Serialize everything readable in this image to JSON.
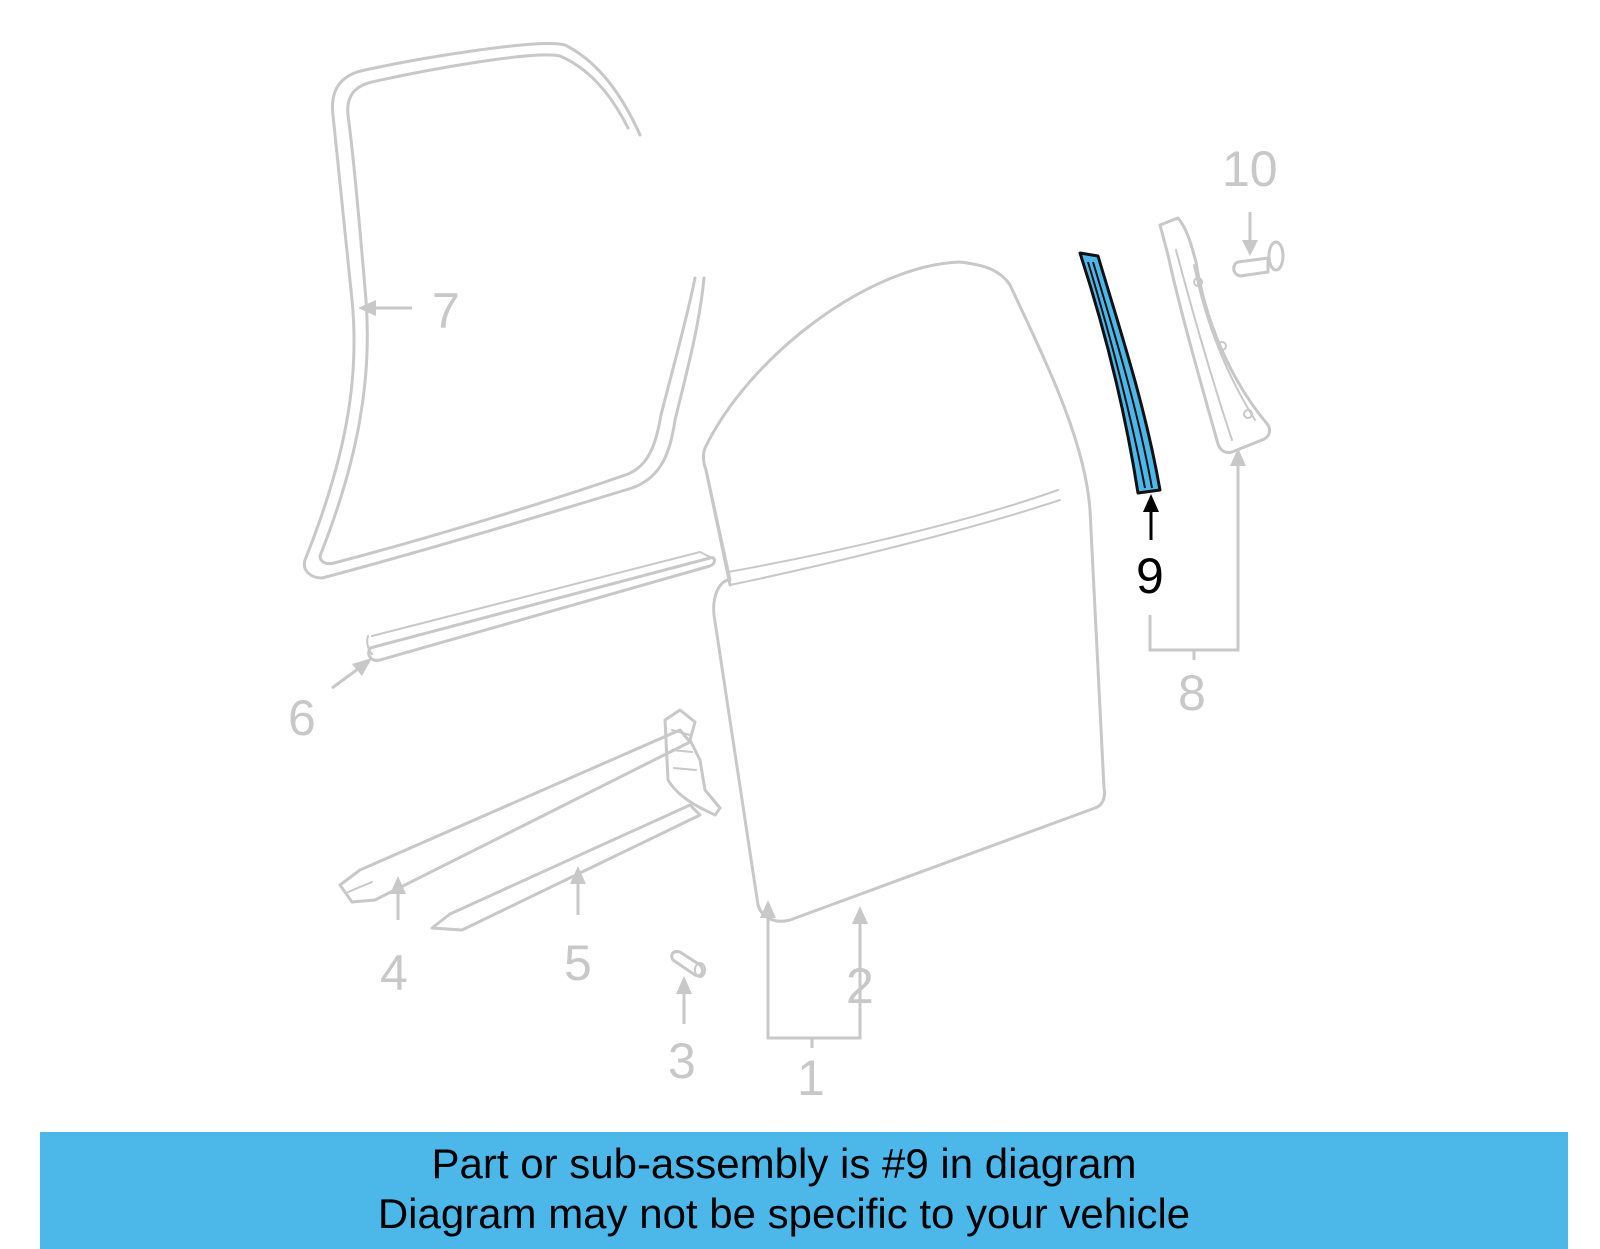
{
  "callouts": {
    "c1": "1",
    "c2": "2",
    "c3": "3",
    "c4": "4",
    "c5": "5",
    "c6": "6",
    "c7": "7",
    "c8": "8",
    "c9": "9",
    "c10": "10"
  },
  "highlighted_part": "9",
  "caption": {
    "line1": "Part or sub-assembly is #9 in diagram",
    "line2": "Diagram may not be specific to your vehicle"
  },
  "colors": {
    "inactive_part": "#c8c8c8",
    "highlight": "#4cb8ea",
    "banner": "#4cb8ea",
    "active_text": "#000000"
  }
}
